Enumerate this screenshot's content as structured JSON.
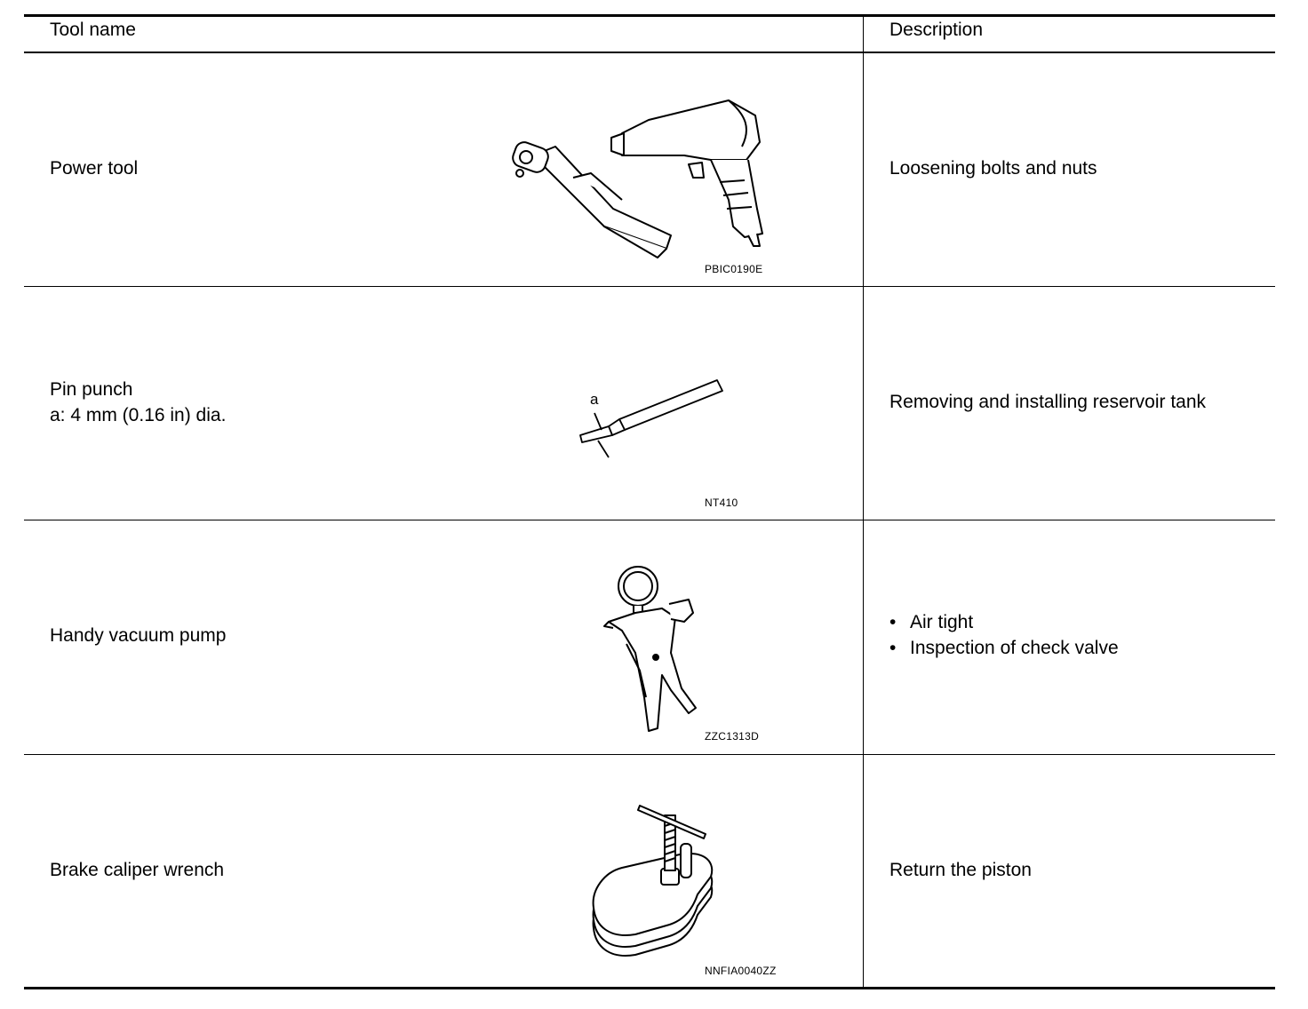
{
  "table": {
    "headers": {
      "tool_name": "Tool name",
      "description": "Description"
    },
    "rows": [
      {
        "tool_name": "Power tool",
        "spec": "",
        "image_code": "PBIC0190E",
        "description": "Loosening bolts and nuts",
        "image_icon": "power-tool-illustration"
      },
      {
        "tool_name": "Pin punch",
        "spec": "a: 4 mm (0.16 in) dia.",
        "image_code": "NT410",
        "description": "Removing and installing reservoir tank",
        "image_icon": "pin-punch-illustration",
        "callout": "a"
      },
      {
        "tool_name": "Handy vacuum pump",
        "spec": "",
        "image_code": "ZZC1313D",
        "description_items": [
          "Air tight",
          "Inspection of check valve"
        ],
        "image_icon": "vacuum-pump-illustration"
      },
      {
        "tool_name": "Brake caliper wrench",
        "spec": "",
        "image_code": "NNFIA0040ZZ",
        "description": "Return the piston",
        "image_icon": "caliper-wrench-illustration"
      }
    ]
  }
}
